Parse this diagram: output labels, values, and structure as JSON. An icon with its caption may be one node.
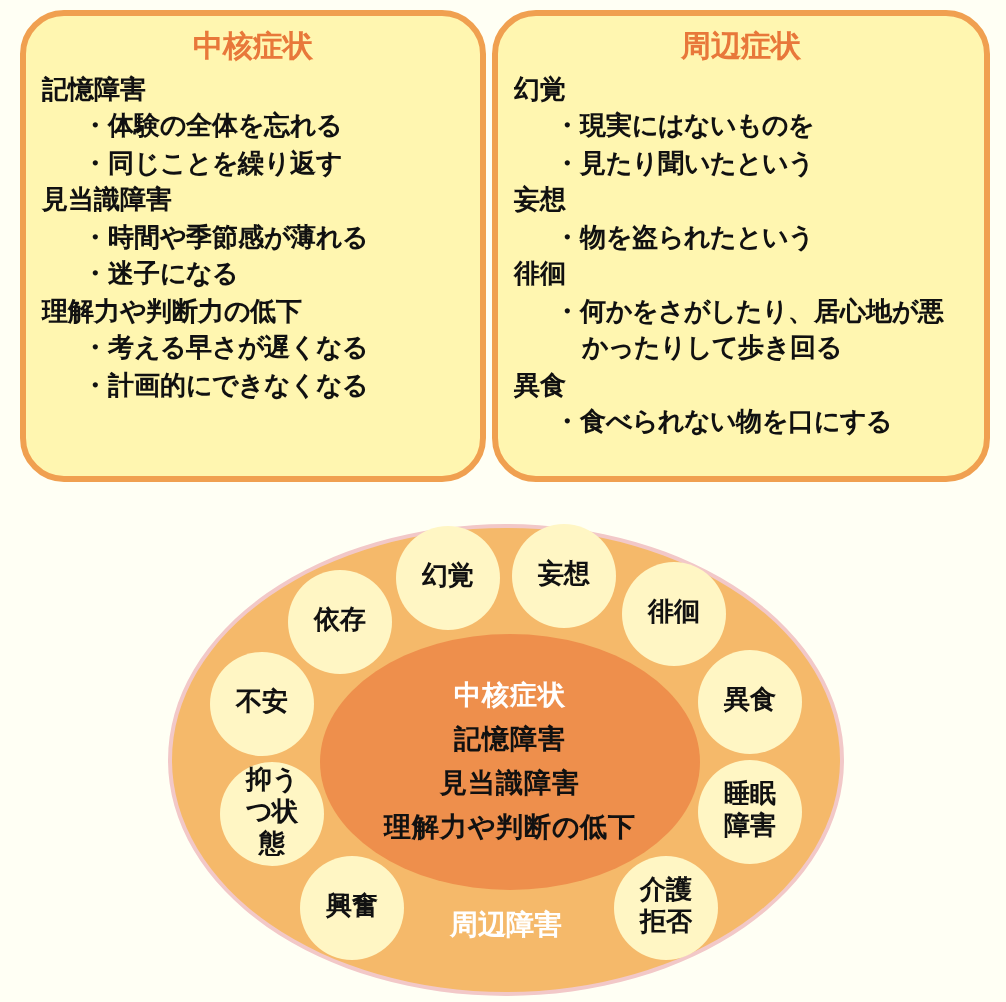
{
  "diagram": {
    "nodes": [
      {
        "text": [
          "中核症状",
          "記憶障害",
          "・体験の全体を忘れる",
          "・同じことを繰り返す",
          "見当識障害",
          "・時間や季節感が薄れる",
          "・迷子になる",
          "理解力や判断力の低下",
          "・考える早さが遅くなる",
          "・計画的にできなくなる"
        ]
      },
      {
        "text": [
          "周辺症状",
          "幻覚",
          "・現実にはないものを",
          "・見たり聞いたという",
          "妄想",
          "・物を盗られたという",
          "徘徊",
          "・何かをさがしたり、居心地が悪かったりして歩き回る",
          "異食",
          "・食べられない物を口にする"
        ]
      },
      {
        "text": [
          "周辺障害"
        ]
      },
      {
        "text": [
          "中核症状",
          "記憶障害",
          "見当識障害",
          "理解力や判断の低下"
        ],
        "in": 2
      },
      {
        "text": [
          "幻覚"
        ],
        "in": 2
      },
      {
        "text": [
          "妄想"
        ],
        "in": 2
      },
      {
        "text": [
          "依存"
        ],
        "in": 2
      },
      {
        "text": [
          "徘徊"
        ],
        "in": 2
      },
      {
        "text": [
          "不安"
        ],
        "in": 2
      },
      {
        "text": [
          "異食"
        ],
        "in": 2
      },
      {
        "text": [
          "抑うつ状態"
        ],
        "in": 2
      },
      {
        "text": [
          "睡眠障害"
        ],
        "in": 2
      },
      {
        "text": [
          "興奮"
        ],
        "in": 2
      },
      {
        "text": [
          "介護拒否"
        ],
        "in": 2
      }
    ]
  }
}
